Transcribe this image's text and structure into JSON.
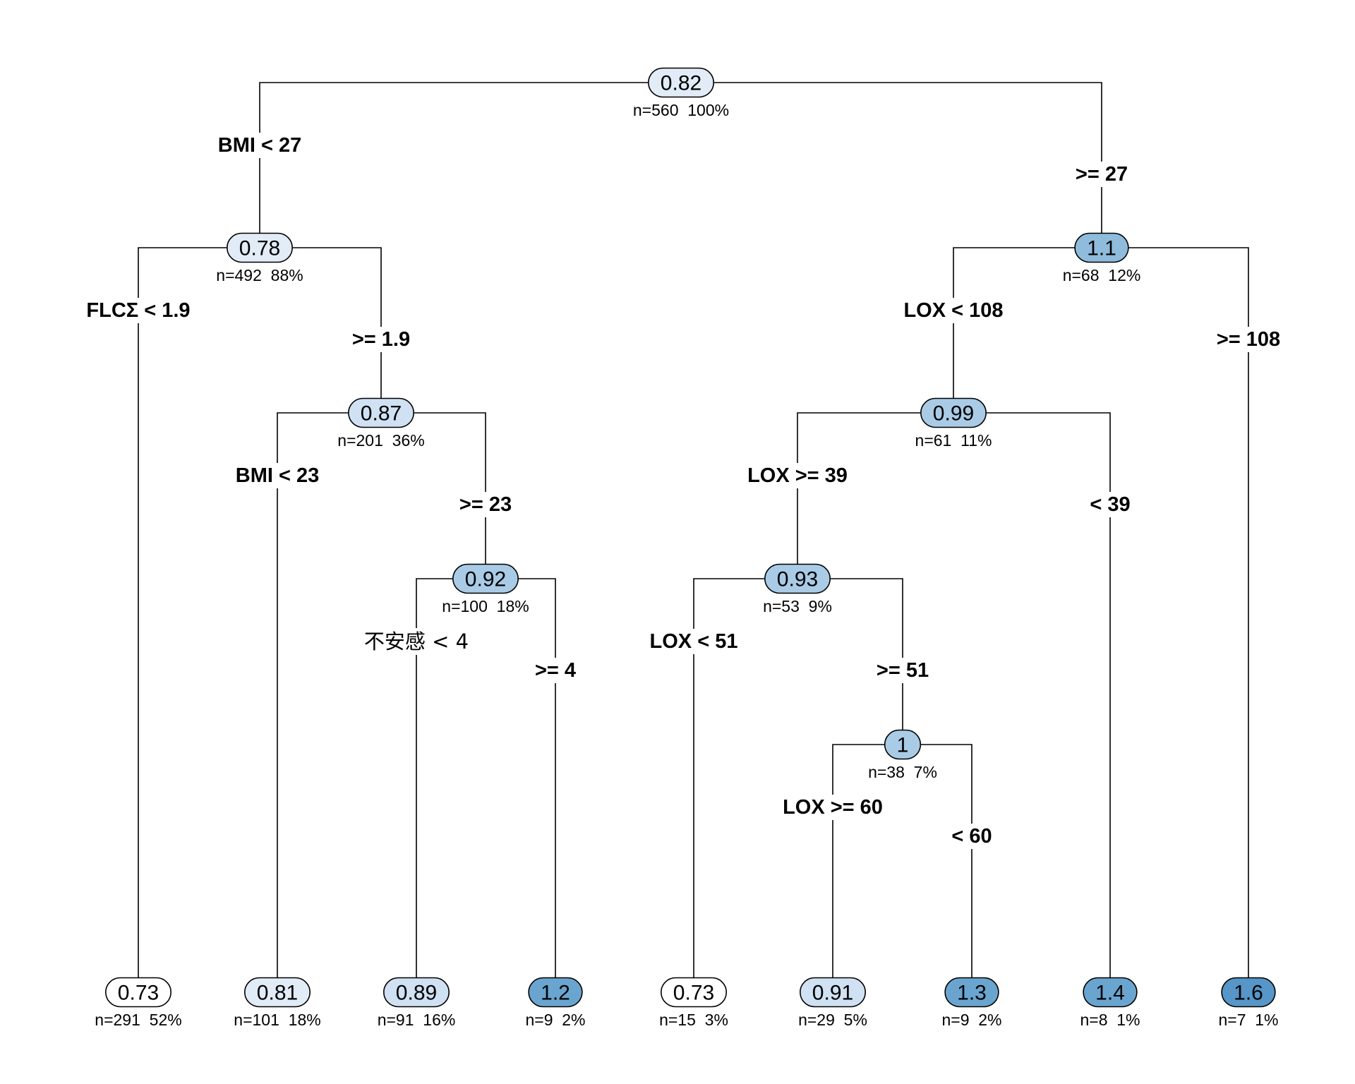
{
  "diagram": {
    "type": "regression-tree",
    "colors": {
      "fill_scale": [
        "#ffffff",
        "#e1ecf7",
        "#cfe1f2",
        "#a9cbe6",
        "#8fbbdc",
        "#6aa5d0",
        "#5696c8"
      ],
      "edge": "#000000",
      "text": "#000000"
    },
    "nodes": [
      {
        "id": "n1",
        "value": "0.82",
        "count": "n=560  100%",
        "shade": 1
      },
      {
        "id": "n2",
        "value": "0.78",
        "count": "n=492  88%",
        "shade": 1
      },
      {
        "id": "n3",
        "value": "1.1",
        "count": "n=68  12%",
        "shade": 4
      },
      {
        "id": "n4",
        "value": "0.73",
        "count": "n=291  52%",
        "shade": 0
      },
      {
        "id": "n5",
        "value": "0.87",
        "count": "n=201  36%",
        "shade": 2
      },
      {
        "id": "n6",
        "value": "0.99",
        "count": "n=61  11%",
        "shade": 3
      },
      {
        "id": "n7",
        "value": "1.6",
        "count": "n=7  1%",
        "shade": 6
      },
      {
        "id": "n8",
        "value": "0.81",
        "count": "n=101  18%",
        "shade": 1
      },
      {
        "id": "n9",
        "value": "0.92",
        "count": "n=100  18%",
        "shade": 3
      },
      {
        "id": "n10",
        "value": "0.93",
        "count": "n=53  9%",
        "shade": 3
      },
      {
        "id": "n11",
        "value": "1.4",
        "count": "n=8  1%",
        "shade": 5
      },
      {
        "id": "n12",
        "value": "0.89",
        "count": "n=91  16%",
        "shade": 2
      },
      {
        "id": "n13",
        "value": "1.2",
        "count": "n=9  2%",
        "shade": 5
      },
      {
        "id": "n14",
        "value": "0.73",
        "count": "n=15  3%",
        "shade": 0
      },
      {
        "id": "n15",
        "value": "1",
        "count": "n=38  7%",
        "shade": 3
      },
      {
        "id": "n16",
        "value": "0.91",
        "count": "n=29  5%",
        "shade": 2
      },
      {
        "id": "n17",
        "value": "1.3",
        "count": "n=9  2%",
        "shade": 5
      }
    ],
    "splits": [
      {
        "parent": "n1",
        "left": "n2",
        "right": "n3",
        "left_label": "BMI < 27",
        "right_label": ">= 27"
      },
      {
        "parent": "n2",
        "left": "n4",
        "right": "n5",
        "left_label": "FLCΣ < 1.9",
        "right_label": ">= 1.9"
      },
      {
        "parent": "n3",
        "left": "n6",
        "right": "n7",
        "left_label": "LOX < 108",
        "right_label": ">= 108"
      },
      {
        "parent": "n5",
        "left": "n8",
        "right": "n9",
        "left_label": "BMI < 23",
        "right_label": ">= 23"
      },
      {
        "parent": "n6",
        "left": "n10",
        "right": "n11",
        "left_label": "LOX >= 39",
        "right_label": "< 39"
      },
      {
        "parent": "n9",
        "left": "n12",
        "right": "n13",
        "left_label": "不安感 < 4",
        "right_label": ">= 4",
        "left_plain": true
      },
      {
        "parent": "n10",
        "left": "n14",
        "right": "n15",
        "left_label": "LOX < 51",
        "right_label": ">= 51"
      },
      {
        "parent": "n15",
        "left": "n16",
        "right": "n17",
        "left_label": "LOX >= 60",
        "right_label": "< 60"
      }
    ]
  }
}
